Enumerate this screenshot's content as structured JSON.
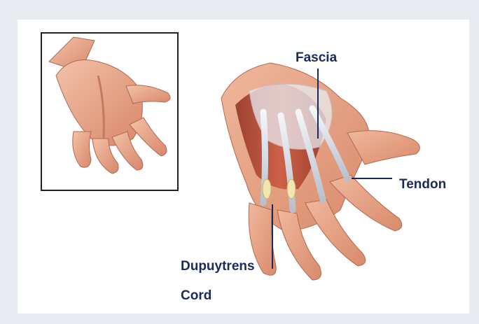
{
  "labels": {
    "fascia": "Fascia",
    "tendon": "Tendon",
    "cord_line1": "Dupuytrens",
    "cord_line2": "Cord"
  },
  "colors": {
    "label_text": "#1a2a5c",
    "skin": "#e8a58a",
    "muscle": "#b6452f",
    "tendon": "#dfe3ea",
    "page_background": "#e8ebf0",
    "card_background": "#ffffff"
  }
}
